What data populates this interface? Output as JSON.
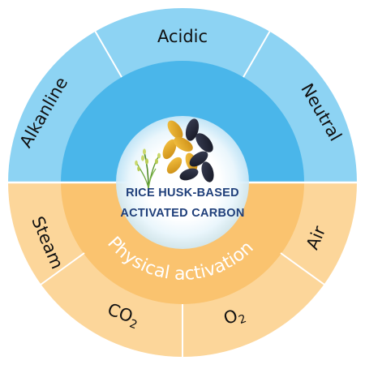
{
  "diagram": {
    "center_title_lines": [
      "RICE HUSK-BASED",
      "ACTIVATED CARBON"
    ],
    "inner_ring_labels": {
      "bottom": "Physical activation",
      "top": ""
    },
    "outer_top_segments": [
      {
        "label": "Alkanline"
      },
      {
        "label": "Acidic"
      },
      {
        "label": "Neutral"
      }
    ],
    "outer_bottom_segments": [
      {
        "label": "Steam"
      },
      {
        "label": "CO",
        "subscript": "2"
      },
      {
        "label": "O",
        "subscript": "2"
      },
      {
        "label": "Air"
      }
    ],
    "colors": {
      "top_outer": "#8dd3f3",
      "top_inner": "#4ab6ea",
      "bottom_outer": "#fcd69a",
      "bottom_inner": "#fac36f",
      "divider": "#ffffff",
      "title_text": "#1f3f7a",
      "center_glow": "#dff2fb"
    },
    "icons": [
      "rice-plant-icon",
      "rice-grains-icon"
    ]
  }
}
